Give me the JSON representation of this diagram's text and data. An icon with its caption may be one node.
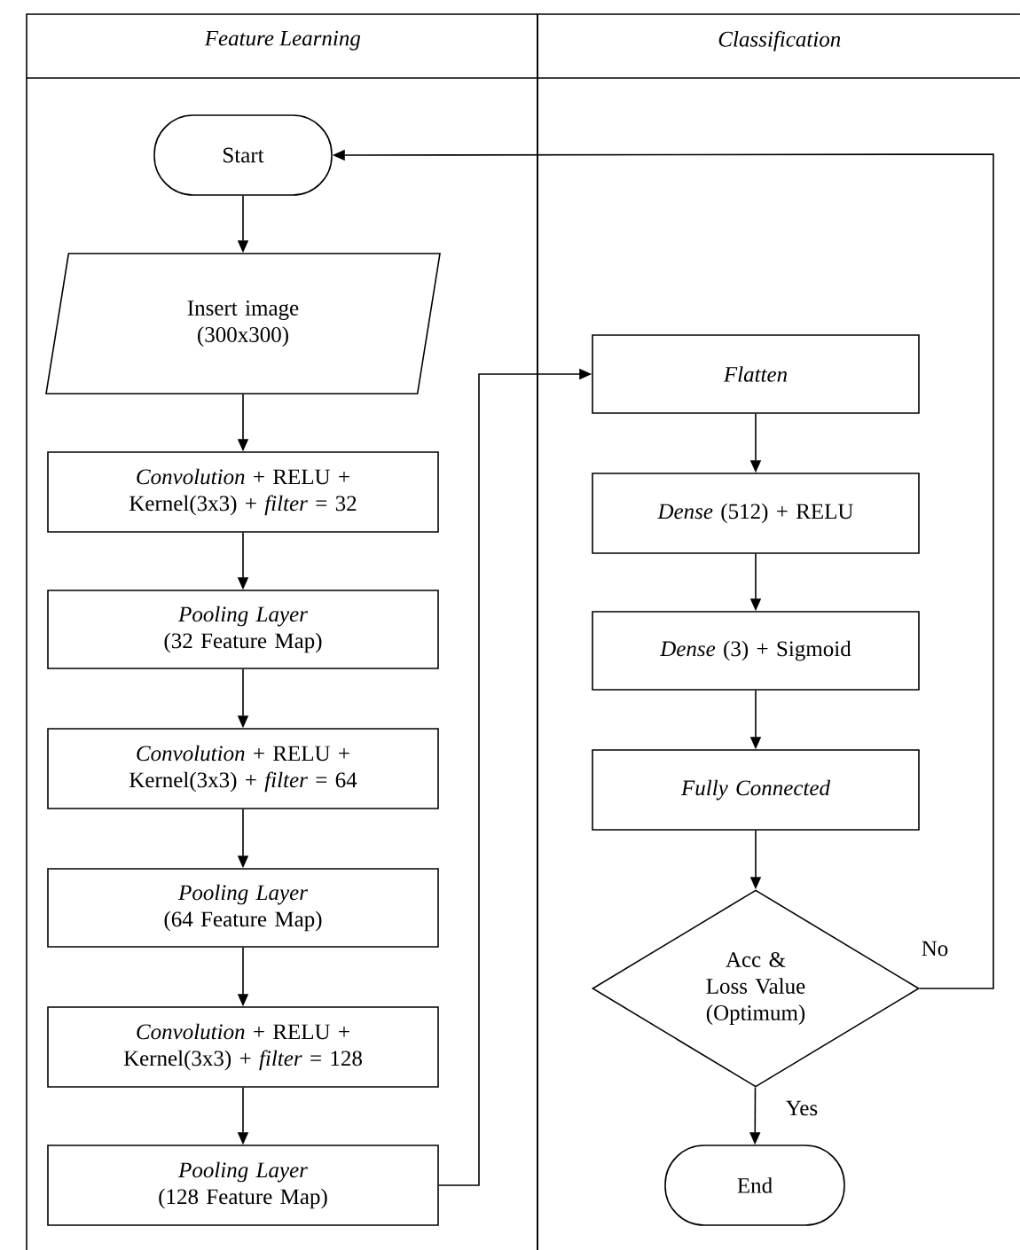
{
  "diagram": {
    "nodes": [
      {
        "text": [
          "Feature Learning"
        ]
      },
      {
        "text": [
          "Classification"
        ]
      },
      {
        "text": [
          "Start"
        ],
        "in": 0
      },
      {
        "text": [
          "Insert image (300x300)"
        ],
        "in": 0
      },
      {
        "text": [
          "*Convolution* + RELU + Kernel(3x3) + *filter* = 32"
        ],
        "in": 0
      },
      {
        "text": [
          "*Pooling Layer* (32 Feature Map)"
        ],
        "in": 0
      },
      {
        "text": [
          "*Convolution* + RELU + Kernel(3x3) + *filter* = 64"
        ],
        "in": 0
      },
      {
        "text": [
          "*Pooling Layer* (64 Feature Map)"
        ],
        "in": 0
      },
      {
        "text": [
          "*Convolution* + RELU + Kernel(3x3) + *filter* = 128"
        ],
        "in": 0
      },
      {
        "text": [
          "*Pooling Layer* (128 Feature Map)"
        ],
        "in": 0
      },
      {
        "text": [
          "Flatten"
        ],
        "in": 1
      },
      {
        "text": [
          "*Dense* (512) + RELU"
        ],
        "in": 1
      },
      {
        "text": [
          "*Dense* (3) + Sigmoid"
        ],
        "in": 1
      },
      {
        "text": [
          "Fully Connected"
        ],
        "in": 1
      },
      {
        "text": [
          "Acc & Loss Value (Optimum)"
        ],
        "in": 1
      },
      {
        "text": [
          "End"
        ],
        "in": 1
      }
    ],
    "edges": [
      {
        "from": 2,
        "to": 3,
        "arrow": "to"
      },
      {
        "from": 3,
        "to": 4,
        "arrow": "to"
      },
      {
        "from": 4,
        "to": 5,
        "arrow": "to"
      },
      {
        "from": 5,
        "to": 6,
        "arrow": "to"
      },
      {
        "from": 6,
        "to": 7,
        "arrow": "to"
      },
      {
        "from": 7,
        "to": 8,
        "arrow": "to"
      },
      {
        "from": 8,
        "to": 9,
        "arrow": "to"
      },
      {
        "from": 9,
        "to": 10,
        "arrow": "to"
      },
      {
        "from": 10,
        "to": 11,
        "arrow": "to"
      },
      {
        "from": 11,
        "to": 12,
        "arrow": "to"
      },
      {
        "from": 12,
        "to": 13,
        "arrow": "to"
      },
      {
        "from": 13,
        "to": 14,
        "arrow": "to"
      },
      {
        "from": 14,
        "to": 15,
        "label": "Yes",
        "arrow": "to"
      },
      {
        "from": 14,
        "to": 2,
        "label": "No",
        "arrow": "to"
      }
    ]
  }
}
